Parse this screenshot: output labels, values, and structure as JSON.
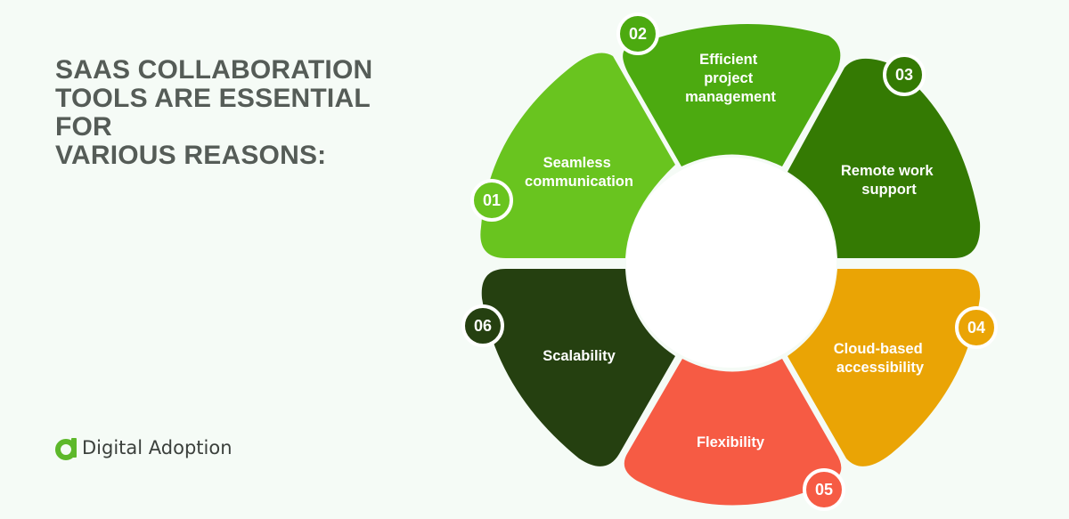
{
  "title_lines": [
    "SAAS COLLABORATION",
    "TOOLS ARE ESSENTIAL FOR",
    "VARIOUS REASONS:"
  ],
  "brand": {
    "name": "Digital Adoption",
    "color": "#5db82a"
  },
  "segments": [
    {
      "number": "01",
      "label_lines": [
        "Seamless",
        "communication"
      ],
      "color": "#69c41f"
    },
    {
      "number": "02",
      "label_lines": [
        "Efficient",
        "project",
        "management"
      ],
      "color": "#4caa10"
    },
    {
      "number": "03",
      "label_lines": [
        "Remote work",
        "support"
      ],
      "color": "#347a03"
    },
    {
      "number": "04",
      "label_lines": [
        "Cloud-based",
        "accessibility"
      ],
      "color": "#eaa405"
    },
    {
      "number": "05",
      "label_lines": [
        "Flexibility"
      ],
      "color": "#f65b44"
    },
    {
      "number": "06",
      "label_lines": [
        "Scalability"
      ],
      "color": "#254010"
    }
  ]
}
